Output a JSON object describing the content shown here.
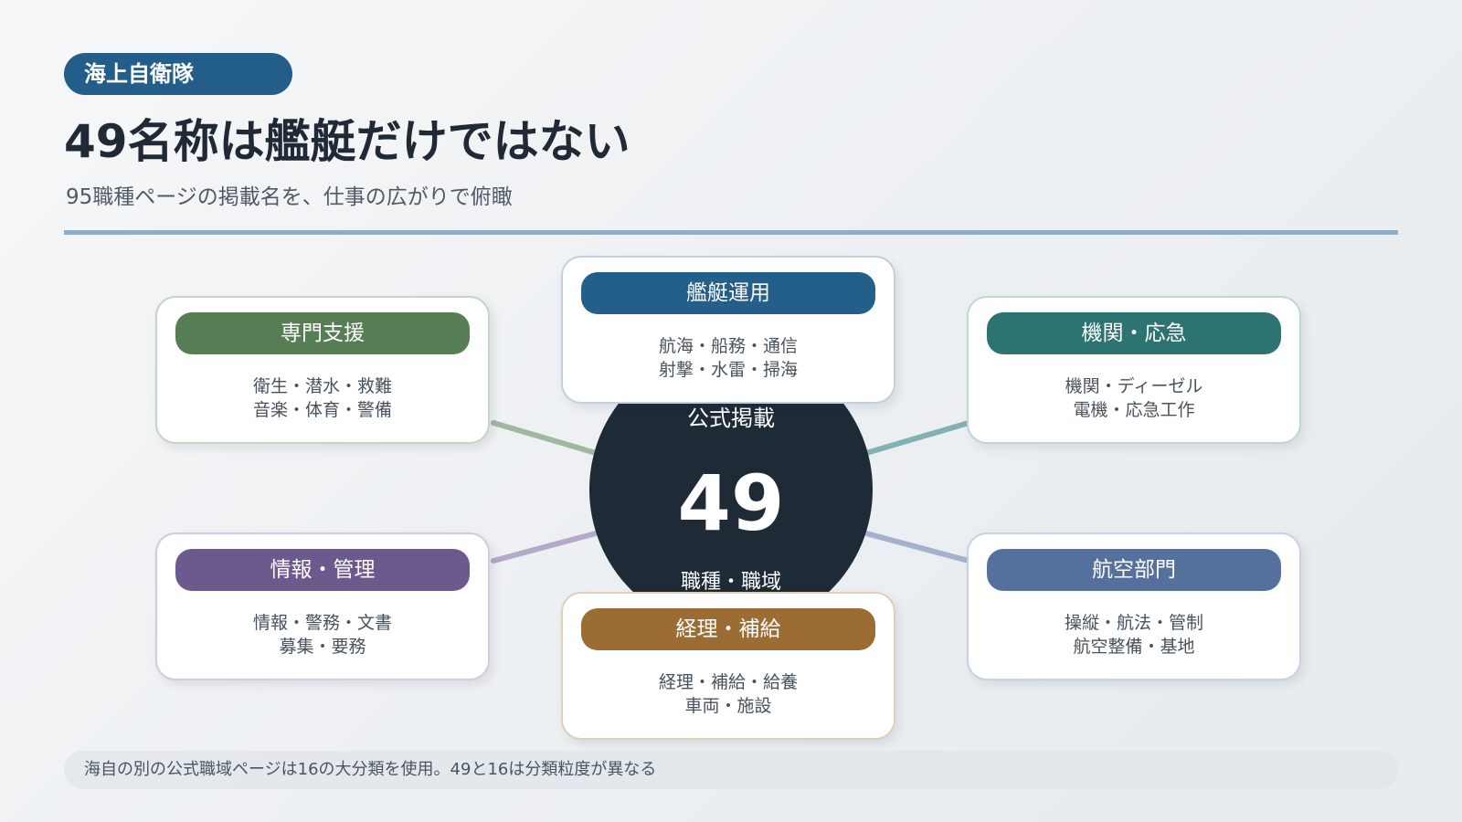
{
  "header": {
    "tag": "海上自衛隊",
    "title": "49名称は艦艇だけではない",
    "subtitle": "95職種ページの掲載名を、仕事の広がりで俯瞰"
  },
  "hub": {
    "top_label": "公式掲載",
    "number": "49",
    "bottom_label": "職種・職域"
  },
  "groups": [
    {
      "label": "専門支援",
      "color": "#577d54",
      "border": "#c6d4c4",
      "items": [
        "衛生・潜水・救難",
        "音楽・体育・警備"
      ]
    },
    {
      "label": "艦艇運用",
      "color": "#245f8a",
      "border": "#c0d0de",
      "items": [
        "航海・船務・通信",
        "射撃・水雷・掃海"
      ]
    },
    {
      "label": "機関・応急",
      "color": "#2d7371",
      "border": "#bfd6d5",
      "items": [
        "機関・ディーゼル",
        "電機・応急工作"
      ]
    },
    {
      "label": "情報・管理",
      "color": "#6c5a8e",
      "border": "#d2cbe0",
      "items": [
        "情報・警務・文書",
        "募集・要務"
      ]
    },
    {
      "label": "経理・補給",
      "color": "#9b6c34",
      "border": "#e0cfb6",
      "items": [
        "経理・補給・給養",
        "車両・施設"
      ]
    },
    {
      "label": "航空部門",
      "color": "#56709e",
      "border": "#c8d1e2",
      "items": [
        "操縦・航法・管制",
        "航空整備・基地"
      ]
    }
  ],
  "connector_colors": [
    "#9fb8a2",
    "#82b1b3",
    "#b3a9c9",
    "#a3b1cd"
  ],
  "footnote": "海自の別の公式職域ページは16の大分類を使用。49と16は分類粒度が異なる"
}
